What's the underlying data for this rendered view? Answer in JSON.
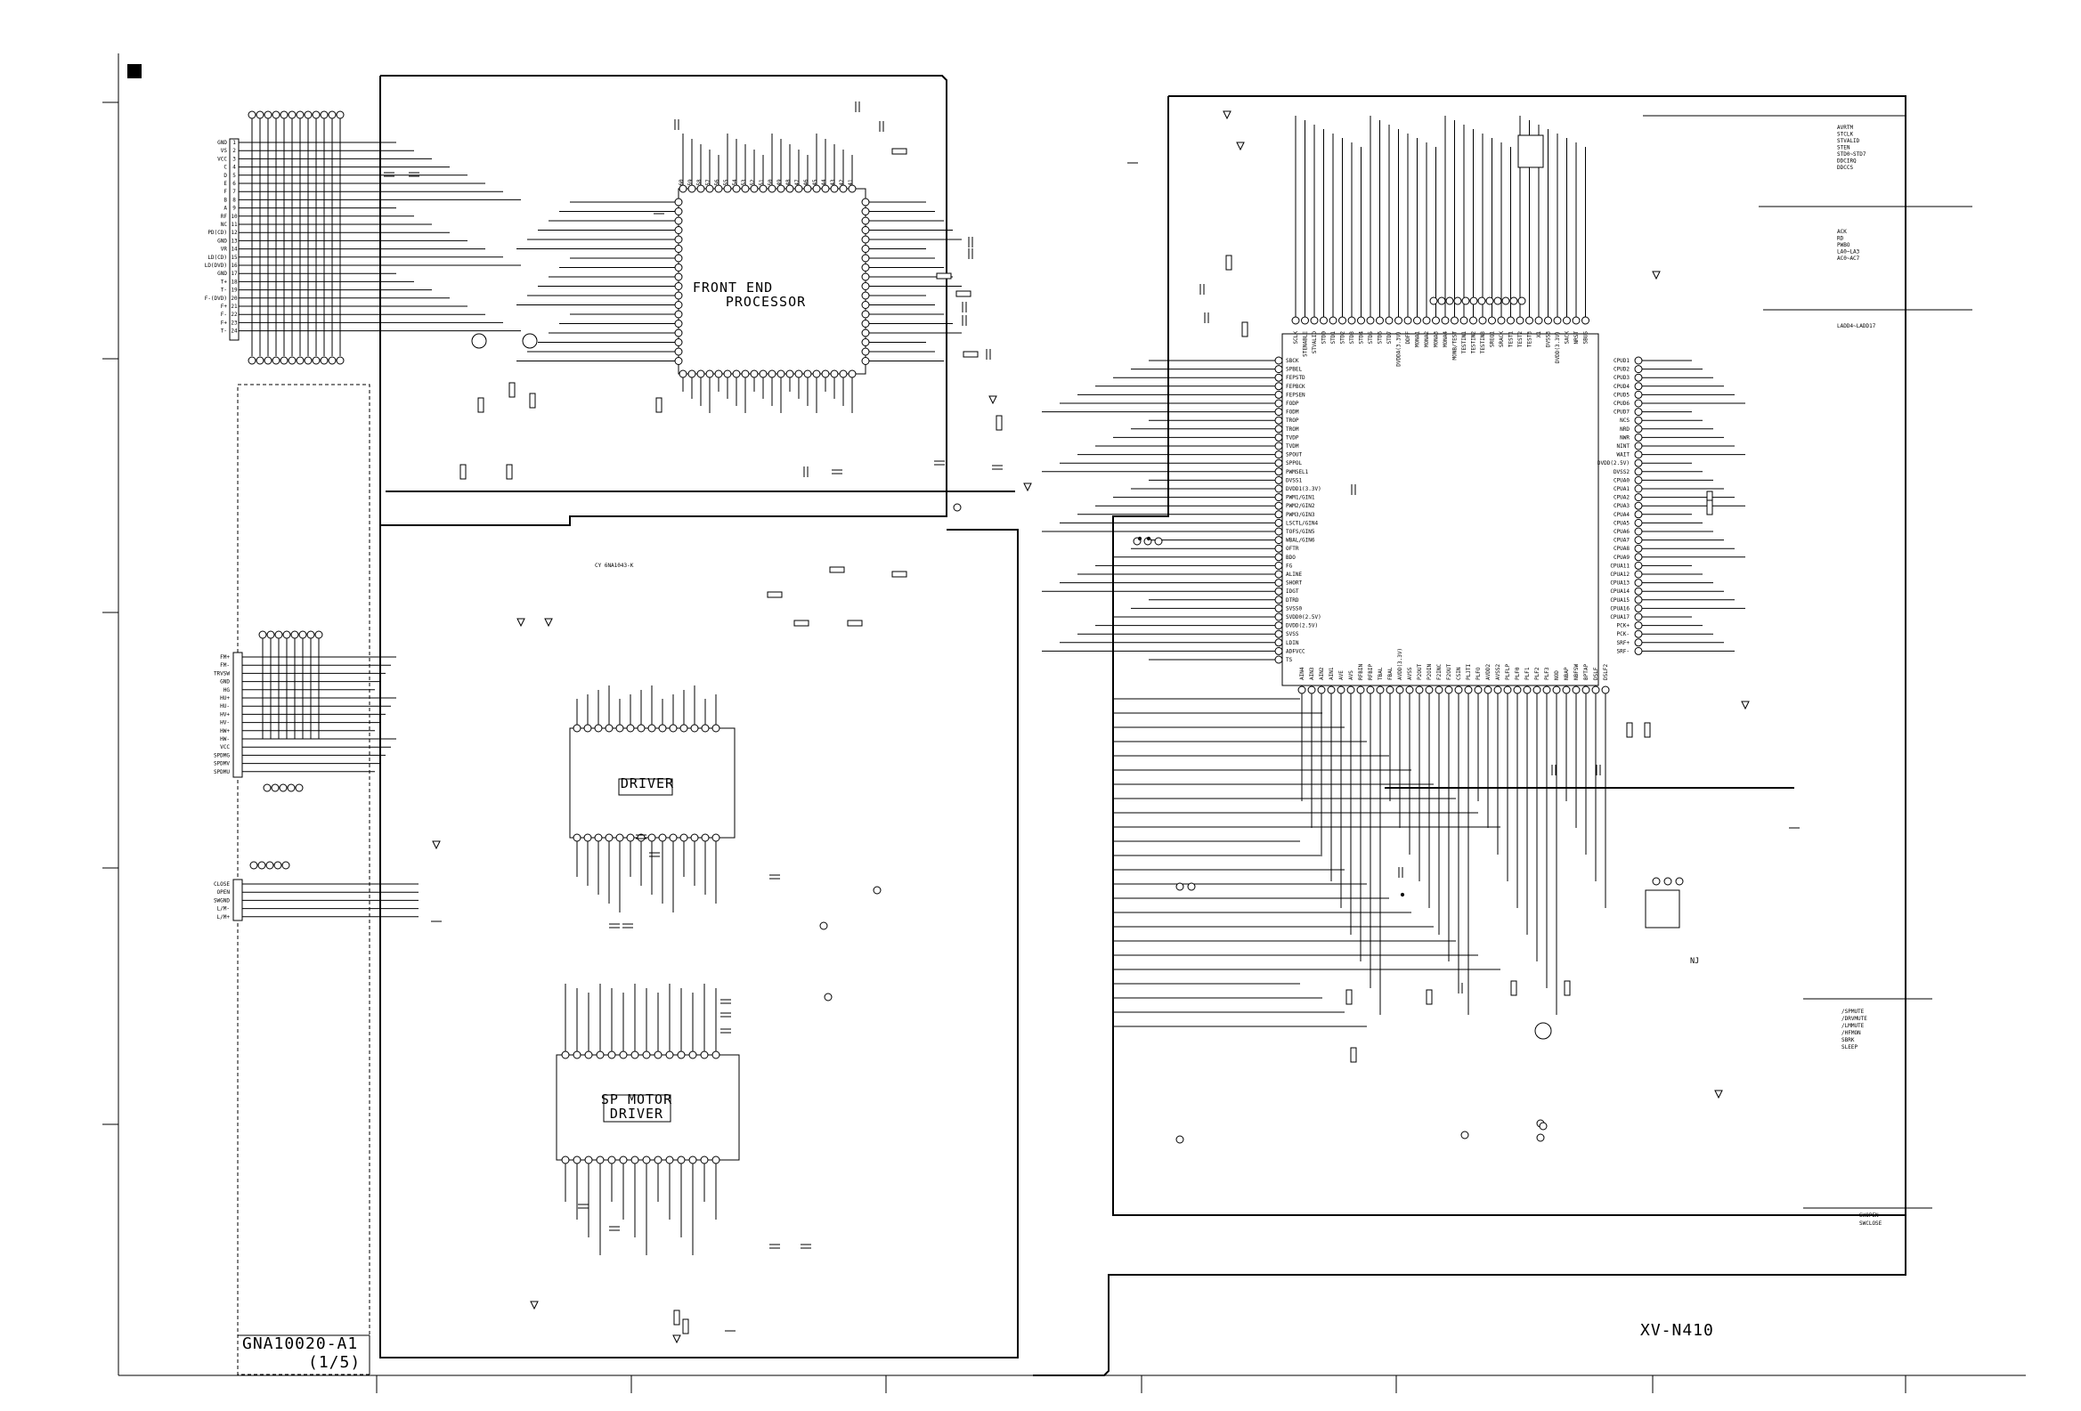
{
  "schematic": {
    "blocks": {
      "fep": [
        "FRONT END",
        "PROCESSOR"
      ],
      "driver": [
        "DRIVER"
      ],
      "sp_motor": [
        "SP MOTOR",
        "DRIVER"
      ]
    },
    "connector_cn1_labels": [
      "GND",
      "VS",
      "VCC",
      "C",
      "D",
      "E",
      "F",
      "B",
      "A",
      "RF",
      "NC",
      "PD(CD)",
      "GND",
      "VR",
      "LD(CD)",
      "LD(DVD)",
      "GND",
      "T+",
      "T-",
      "F-(DVD)",
      "F+",
      "F-",
      "F+",
      "T-"
    ],
    "connector_cn2_labels": [
      "FM+",
      "FM-",
      "TRVSW",
      "GND",
      "HG",
      "HU+",
      "HU-",
      "HV+",
      "HV-",
      "HW+",
      "HW-",
      "VCC",
      "SPDMG",
      "SPDMV",
      "SPDMU"
    ],
    "connector_cn3_labels": [
      "CLOSE",
      "OPEN",
      "SWGND",
      "L/M-",
      "L/M+"
    ],
    "dsp_left_pins": [
      "SBCK",
      "SPBEL",
      "FEPSTD",
      "FEPBCK",
      "FEPSEN",
      "FODP",
      "FODM",
      "TROP",
      "TROM",
      "TVDP",
      "TVDM",
      "SPOUT",
      "SPPOL",
      "PWMSEL1",
      "DVSS1",
      "DVDD1(3.3V)",
      "PWM1/GIN1",
      "PWM2/GIN2",
      "PWM3/GIN3",
      "LSCTL/GIN4",
      "TOFS/GIN5",
      "WBAL/GIN6",
      "OFTR",
      "BDO",
      "FG",
      "ALINE",
      "SHORT",
      "IDGT",
      "DTRD",
      "SVSS0",
      "SVDD0(2.5V)",
      "DVDD(2.5V)",
      "SVSS",
      "LDIN",
      "ADFVCC",
      "TS"
    ],
    "dsp_right_pins": [
      "CPUD1",
      "CPUD2",
      "CPUD3",
      "CPUD4",
      "CPUD5",
      "CPUD6",
      "CPUD7",
      "NCS",
      "NRD",
      "NWR",
      "NINT",
      "WAIT",
      "DVDD(2.5V)",
      "DVSS2",
      "CPUA0",
      "CPUA1",
      "CPUA2",
      "CPUA3",
      "CPUA4",
      "CPUA5",
      "CPUA6",
      "CPUA7",
      "CPUA8",
      "CPUA9",
      "CPUA11",
      "CPUA12",
      "CPUA13",
      "CPUA14",
      "CPUA15",
      "CPUA16",
      "CPUA17",
      "PCK+",
      "PCK-",
      "SRF+",
      "SRF-"
    ],
    "dsp_top_pins": [
      "SCLK",
      "STENABLE",
      "STVALID",
      "STD0",
      "STD1",
      "STD2",
      "STD3",
      "STD4",
      "STD5",
      "STD6",
      "STD7",
      "DVDDA(3.3V)",
      "DDFF",
      "MONA1",
      "MONA2",
      "MONA3",
      "MONA4",
      "MONB/TEST",
      "TESTIN1",
      "TESTIN2",
      "TESTIN3",
      "SREQ1",
      "SRACK",
      "TEST1",
      "TEST2",
      "TEST3",
      "X1",
      "DVSS3",
      "DVDD(3.3V)",
      "SACK",
      "NRST",
      "SBUS"
    ],
    "dsp_bottom_pins": [
      "AIN4",
      "AIN3",
      "AIN2",
      "AIN1",
      "AVE",
      "AVS",
      "RFBIN",
      "RFBIP",
      "TBAL",
      "FBAL",
      "AVDD(3.3V)",
      "AVSS",
      "P2OUT",
      "P2OIN",
      "F2INC",
      "F2OUT",
      "CSIN",
      "PLJTI",
      "PLFO",
      "AVDD2",
      "AVSS2",
      "PLFLP",
      "PLF0",
      "PLF1",
      "PLF2",
      "PLF3",
      "NOD",
      "NBAP",
      "NBFSW",
      "BPTAP",
      "DSLF",
      "DSLF2"
    ],
    "bus_right_top": [
      "AVRTM",
      "STCLK",
      "STVALID",
      "STEN",
      "STD0~STD7",
      "DDCIRQ",
      "DDCCS"
    ],
    "bus_right_mid": [
      "ACK",
      "RD",
      "PWBO",
      "LA0~LA3",
      "AC0~AC7"
    ],
    "bus_right_addr": [
      "LADD4~LADD17"
    ],
    "bus_right_low": [
      "/SPMUTE",
      "/DRVMUTE",
      "/LMMUTE",
      "/HFMON",
      "SBRK",
      "SLEEP"
    ],
    "bus_right_bottom": [
      "SWOPEN",
      "SWCLOSE"
    ],
    "part_note": "CY 6NA1043-K",
    "ic_label": "NJ",
    "model": "XV-N410",
    "sheet_id": "GNA10020-A1",
    "sheet_page": "(1/5)"
  }
}
